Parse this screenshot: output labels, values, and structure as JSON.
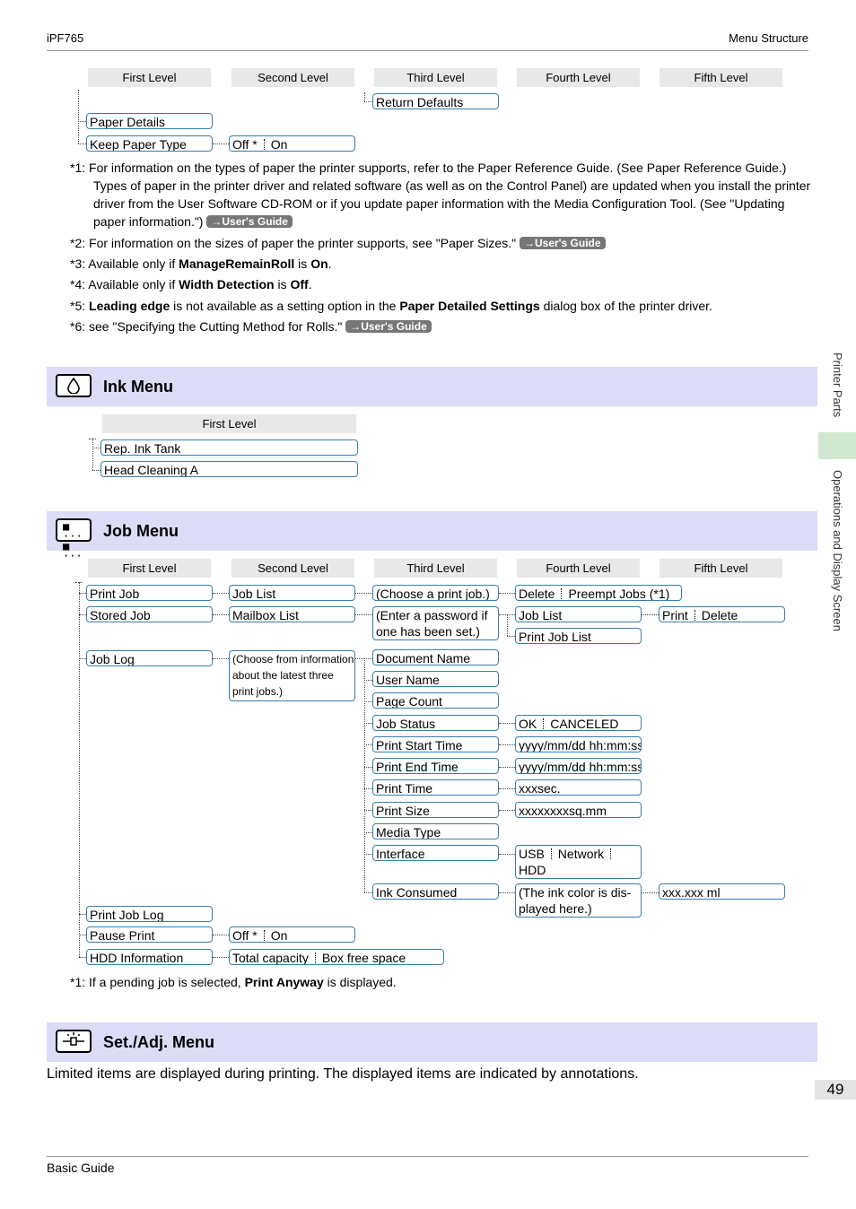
{
  "header": {
    "left": "iPF765",
    "right": "Menu Structure"
  },
  "footer": {
    "left": "Basic Guide"
  },
  "page_number": "49",
  "side_tabs": {
    "tab1": "Printer Parts",
    "tab2": "Operations and Display Screen"
  },
  "levels": {
    "l1": "First Level",
    "l2": "Second Level",
    "l3": "Third Level",
    "l4": "Fourth Level",
    "l5": "Fifth Level"
  },
  "paper_menu": {
    "return_defaults": "Return Defaults",
    "paper_details": "Paper Details",
    "keep_paper_type": "Keep Paper Type",
    "off": "Off *",
    "on": "On"
  },
  "notes1": {
    "n1_a": "*1: For information on the types of paper the printer supports, refer to the Paper Reference Guide. (See Paper Reference Guide.)",
    "n1_b": "Types of paper in the printer driver and related software (as well as on the Control Panel) are updated when you install the printer",
    "n1_c": "driver from the User Software CD-ROM or if you update paper information with the Media Configuration Tool.  (See \"Updating",
    "n1_d": "paper information.\")",
    "user_guide": "→User's Guide",
    "n2": "*2: For information on the sizes of paper the printer supports, see \"Paper Sizes.\"",
    "n3_pre": "*3: Available only if ",
    "n3_b1": "ManageRemainRoll",
    "n3_mid": " is ",
    "n3_b2": "On",
    "n3_end": ".",
    "n4_pre": "*4: Available only if ",
    "n4_b1": "Width Detection",
    "n4_mid": " is ",
    "n4_b2": "Off",
    "n4_end": ".",
    "n5_pre": "*5:  ",
    "n5_b1": "Leading edge",
    "n5_mid": " is not available as a setting option in the ",
    "n5_b2": "Paper Detailed Settings",
    "n5_end": " dialog box of the printer driver.",
    "n6": "*6: see \"Specifying the Cutting Method for Rolls.\""
  },
  "ink_menu": {
    "title": "Ink Menu",
    "icon": "ink-drop-icon",
    "first_level": "First Level",
    "items": [
      "Rep. Ink Tank",
      "Head Cleaning A"
    ]
  },
  "job_menu": {
    "title": "Job Menu",
    "icon": "job-list-icon",
    "print_job": "Print Job",
    "job_list": "Job List",
    "choose_print_job": "(Choose a print job.)",
    "delete": "Delete",
    "preempt_jobs": "Preempt Jobs (*1)",
    "stored_job": "Stored Job",
    "mailbox_list": "Mailbox List",
    "enter_password": "(Enter a password if one has been set.)",
    "job_list2": "Job List",
    "print": "Print",
    "delete2": "Delete",
    "print_job_list": "Print Job List",
    "job_log": "Job Log",
    "choose_info": "(Choose from information about the latest three print jobs.)",
    "document_name": "Document Name",
    "user_name": "User Name",
    "page_count": "Page Count",
    "job_status": "Job Status",
    "ok": "OK",
    "canceled": "CANCELED",
    "print_start_time": "Print Start Time",
    "time1": "yyyy/mm/dd hh:mm:ss",
    "print_end_time": "Print End Time",
    "time2": "yyyy/mm/dd hh:mm:ss",
    "print_time": "Print Time",
    "xxxsec": "xxxsec.",
    "print_size": "Print Size",
    "sqmm": "xxxxxxxxsq.mm",
    "media_type": "Media Type",
    "interface": "Interface",
    "usb": "USB",
    "network": "Network",
    "hdd": "HDD",
    "ink_consumed": "Ink Consumed",
    "ink_color_note": "(The ink color is dis- played here.)",
    "ml": "xxx.xxx ml",
    "print_job_log": "Print Job Log",
    "pause_print": "Pause Print",
    "off": "Off *",
    "on": "On",
    "hdd_information": "HDD Information",
    "total_capacity": "Total capacity",
    "box_free_space": "Box free space",
    "note_pre": "*1: If a pending job is selected, ",
    "note_b": "Print Anyway",
    "note_end": " is displayed."
  },
  "setadj_menu": {
    "title": "Set./Adj. Menu",
    "icon": "settings-adjust-icon",
    "description": "Limited items are displayed during printing. The displayed items are indicated by annotations."
  }
}
